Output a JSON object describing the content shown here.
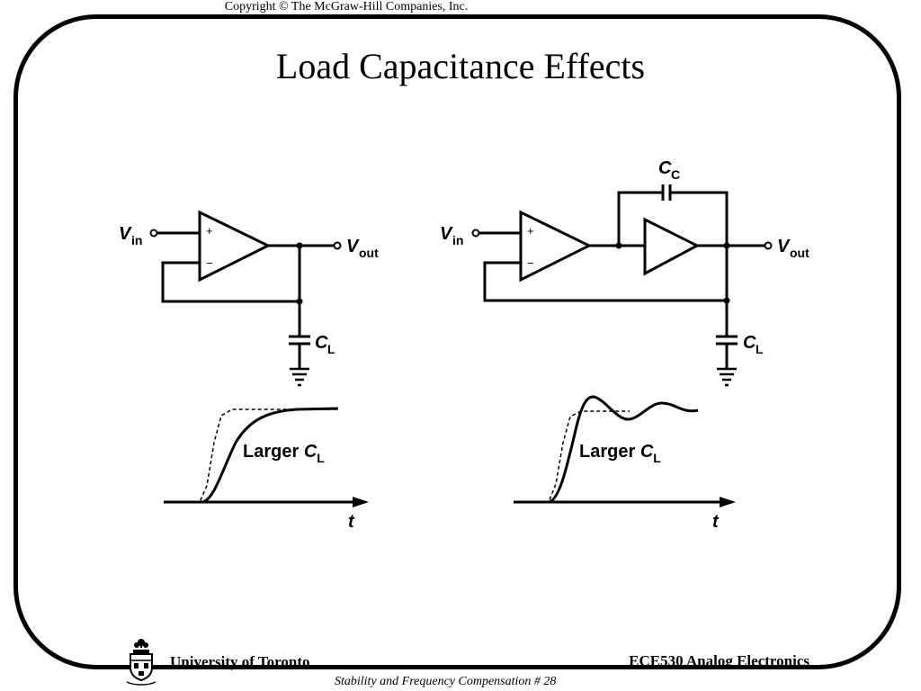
{
  "header": {
    "copyright": "Copyright © The McGraw-Hill Companies, Inc.",
    "title": "Load Capacitance Effects"
  },
  "circuits": {
    "left": {
      "input_label": "V",
      "input_sub": "in",
      "output_label": "V",
      "output_sub": "out",
      "cap_label": "C",
      "cap_sub": "L",
      "plus": "+",
      "minus": "−"
    },
    "right": {
      "input_label": "V",
      "input_sub": "in",
      "output_label": "V",
      "output_sub": "out",
      "cc_label": "C",
      "cc_sub": "C",
      "cap_label": "C",
      "cap_sub": "L",
      "plus": "+",
      "minus": "−"
    }
  },
  "waveforms": {
    "left": {
      "annotation": "Larger ",
      "annotation_var": "C",
      "annotation_sub": "L",
      "axis_label": "t"
    },
    "right": {
      "annotation": "Larger ",
      "annotation_var": "C",
      "annotation_sub": "L",
      "axis_label": "t"
    }
  },
  "footer": {
    "university": "University of Toronto",
    "course": "ECE530 Analog Electronics",
    "slide": "Stability and Frequency Compensation # 28"
  }
}
